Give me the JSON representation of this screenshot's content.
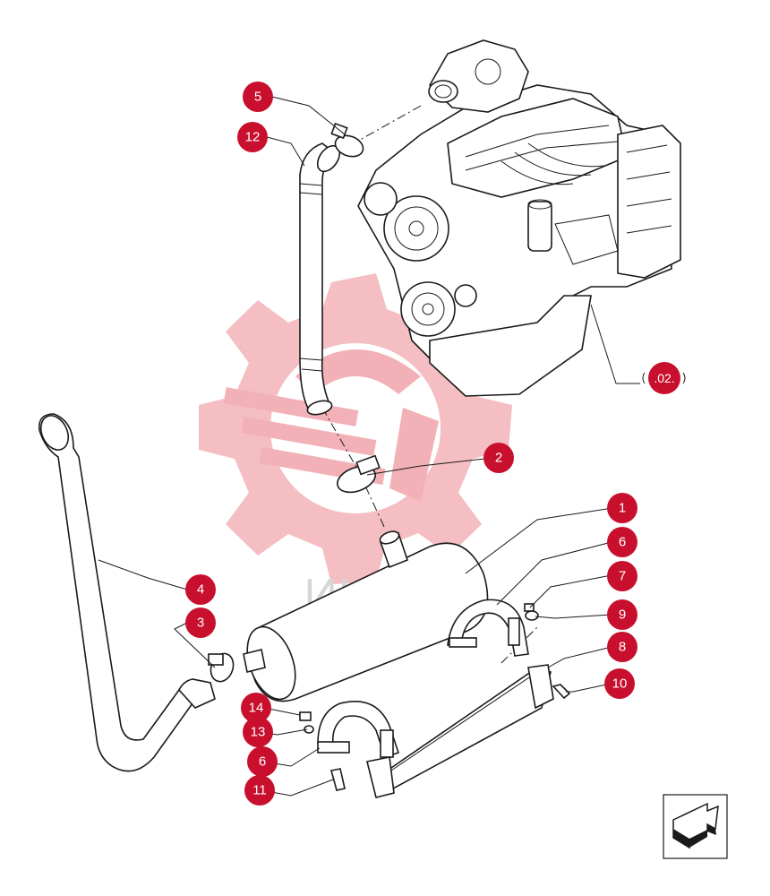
{
  "colors": {
    "callout": "#c8102e",
    "watermark": "#e8737c",
    "line": "#1a1a1a"
  },
  "watermark": {
    "text": "ИНТЕХ"
  },
  "callouts": {
    "c1": "1",
    "c2": "2",
    "c3": "3",
    "c4": "4",
    "c5": "5",
    "c6a": "6",
    "c6b": "6",
    "c7": "7",
    "c8": "8",
    "c9": "9",
    "c10": "10",
    "c11": "11",
    "c12": "12",
    "c13": "13",
    "c14": "14"
  },
  "reference": {
    "label": ".02."
  },
  "nav": {
    "icon": "next-page-arrow-icon"
  }
}
